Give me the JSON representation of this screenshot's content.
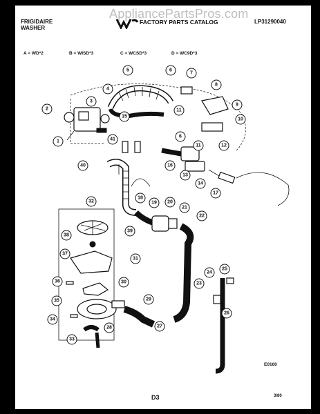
{
  "watermark": "AppliancePartsPros.com",
  "header": {
    "brand_line1": "FRIGIDAIRE",
    "brand_line2": "WASHER",
    "catalog_title": "FACTORY PARTS CATALOG",
    "catalog_number": "LP31290040"
  },
  "models": [
    "A = WD*2",
    "B = WISD*3",
    "C = WCSD*3",
    "D = WC9D*3"
  ],
  "callouts": [
    "1",
    "2",
    "3",
    "4",
    "5",
    "6",
    "7",
    "8",
    "9",
    "10",
    "11",
    "12",
    "13",
    "14",
    "15",
    "16",
    "17",
    "18",
    "19",
    "20",
    "21",
    "22",
    "23",
    "24",
    "25",
    "26",
    "27",
    "28",
    "29",
    "30",
    "31",
    "32",
    "33",
    "34",
    "35",
    "36",
    "37",
    "38",
    "39",
    "40",
    "41"
  ],
  "footer": {
    "code": "E0160",
    "page": "D3",
    "date": "3/80"
  }
}
